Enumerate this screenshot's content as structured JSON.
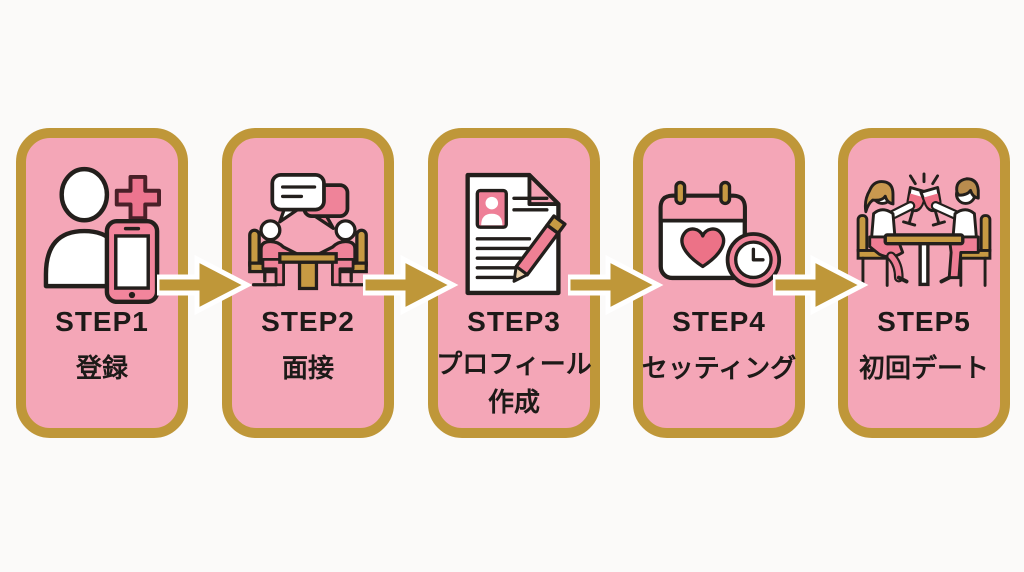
{
  "colors": {
    "background": "#fbfaf9",
    "card-fill": "#f4a6b7",
    "gold": "#bf9739",
    "outline": "#231f1c",
    "text": "#1d1a18",
    "icon-pink": "#ef8399",
    "icon-pink-deep": "#ec7287",
    "icon-gold": "#c79a43",
    "white": "#ffffff"
  },
  "steps": [
    {
      "step_label": "STEP1",
      "line1": "登録",
      "line2": "",
      "icon": "user-add-smartphone-icon"
    },
    {
      "step_label": "STEP2",
      "line1": "面接",
      "line2": "",
      "icon": "interview-chat-icon"
    },
    {
      "step_label": "STEP3",
      "line1": "プロフィール",
      "line2": "作成",
      "icon": "profile-document-pencil-icon"
    },
    {
      "step_label": "STEP4",
      "line1": "セッティング",
      "line2": "",
      "icon": "calendar-heart-clock-icon"
    },
    {
      "step_label": "STEP5",
      "line1": "初回デート",
      "line2": "",
      "icon": "dinner-date-icon"
    }
  ],
  "arrows": {
    "direction": "right",
    "color": "#bf9739",
    "outline_color": "#ffffff"
  }
}
